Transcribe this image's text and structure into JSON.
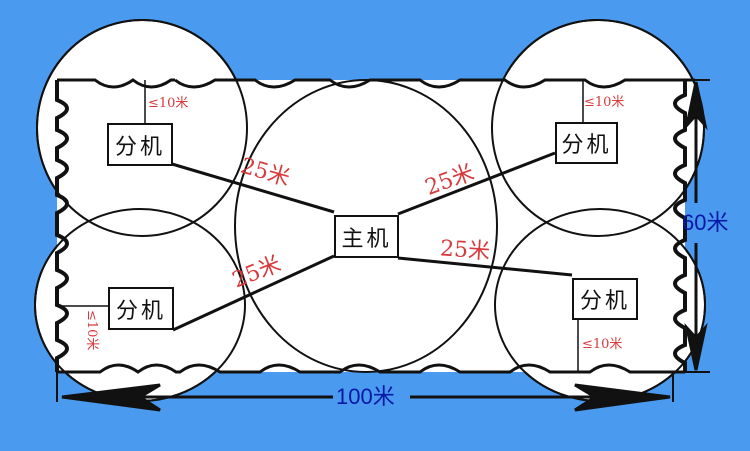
{
  "diagram": {
    "type": "wireless coverage layout",
    "background_color": "#4a9af0",
    "area": {
      "width_label": "100米",
      "height_label": "60米"
    },
    "main_unit": {
      "label": "主机"
    },
    "sub_units": [
      {
        "id": "top-left",
        "label": "分机",
        "distance_to_main": "25米",
        "distance_to_wall": "≤10米"
      },
      {
        "id": "bottom-left",
        "label": "分机",
        "distance_to_main": "25米",
        "distance_to_wall": "≤10米"
      },
      {
        "id": "top-right",
        "label": "分机",
        "distance_to_main": "25米",
        "distance_to_wall": "≤10米"
      },
      {
        "id": "bottom-right",
        "label": "分机",
        "distance_to_main": "25米",
        "distance_to_wall": "≤10米"
      }
    ],
    "colors": {
      "distance_label": "#d8393b",
      "dimension_label": "#0a18a8",
      "line": "#111111"
    }
  }
}
